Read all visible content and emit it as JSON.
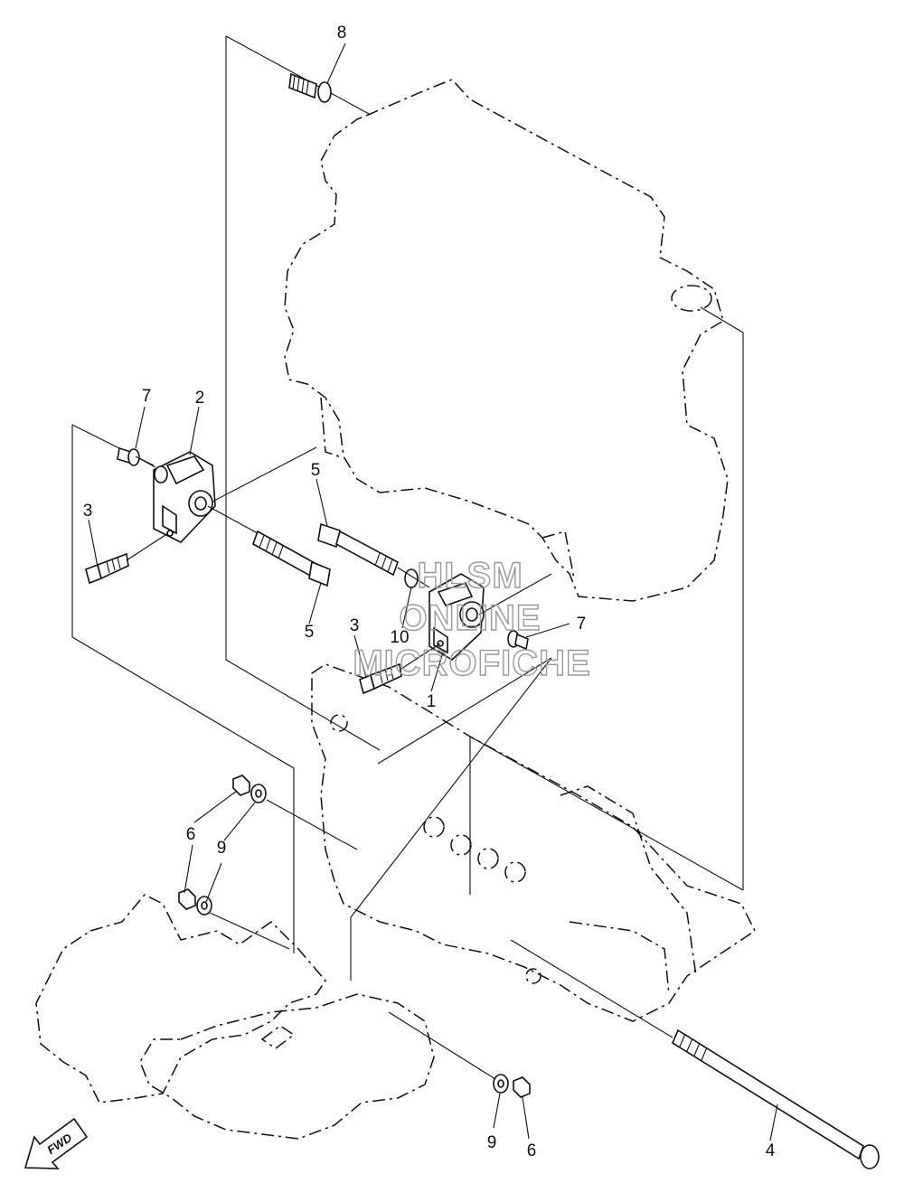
{
  "callouts": {
    "c8": "8",
    "c7a": "7",
    "c2": "2",
    "c3a": "3",
    "c5a": "5",
    "c5b": "5",
    "c3b": "3",
    "c10": "10",
    "c1": "1",
    "c7b": "7",
    "c6a": "6",
    "c9a": "9",
    "c9b": "9",
    "c6b": "6",
    "c4": "4"
  },
  "watermark": {
    "line1": "HLSM",
    "line2": "ONLINE",
    "line3": "MICROFICHE"
  },
  "direction_badge": {
    "label": "FWD",
    "icon": "forward-arrow-icon"
  }
}
